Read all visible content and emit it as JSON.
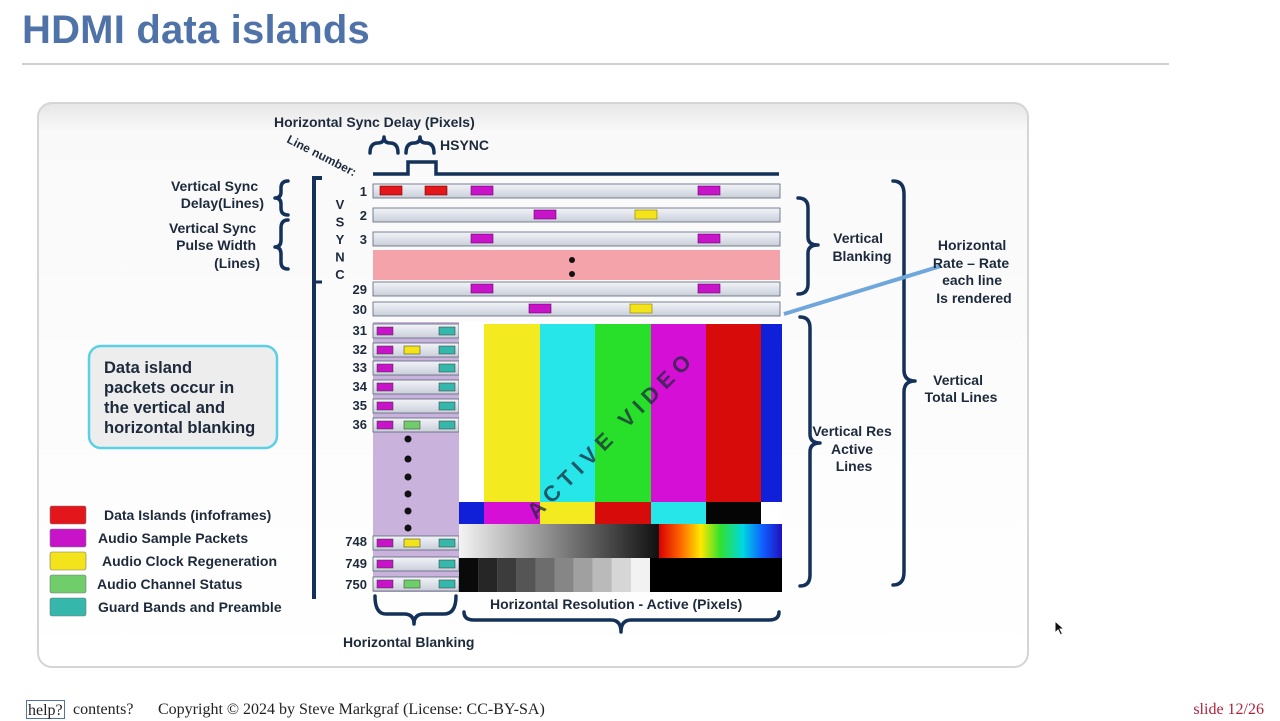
{
  "title": "HDMI data islands",
  "footer": {
    "help": "help?",
    "contents": "contents?",
    "copyright": "Copyright © 2024 by Steve Markgraf (License: CC-BY-SA)",
    "slide": "slide 12/26"
  },
  "diagram": {
    "top_labels": {
      "hsync_delay": "Horizontal Sync Delay (Pixels)",
      "hsync": "HSYNC",
      "line_number": "Line number:"
    },
    "left_labels": {
      "vsync_delay_1": "Vertical Sync",
      "vsync_delay_2": "Delay(Lines)",
      "vsync_width_1": "Vertical Sync",
      "vsync_width_2": "Pulse Width",
      "vsync_width_3": "(Lines)",
      "vsync_letters": [
        "V",
        "S",
        "Y",
        "N",
        "C"
      ]
    },
    "line_numbers": [
      "1",
      "2",
      "3",
      "29",
      "30",
      "31",
      "32",
      "33",
      "34",
      "35",
      "36",
      "748",
      "749",
      "750"
    ],
    "note": {
      "line1": "Data island",
      "line2": "packets occur in",
      "line3": "the vertical and",
      "line4": "horizontal blanking"
    },
    "right_labels": {
      "vblank_1": "Vertical",
      "vblank_2": "Blanking",
      "hrate_1": "Horizontal",
      "hrate_2": "Rate – Rate",
      "hrate_3": "each line",
      "hrate_4": "Is rendered",
      "vres_1": "Vertical Res",
      "vres_2": "Active",
      "vres_3": "Lines",
      "vtotal_1": "Vertical",
      "vtotal_2": "Total Lines"
    },
    "bottom_labels": {
      "hres": "Horizontal Resolution - Active (Pixels)",
      "hblank": "Horizontal Blanking"
    },
    "active_video": "ACTIVE VIDEO",
    "legend": [
      {
        "label": "Data Islands (infoframes)",
        "color": "#e3161b"
      },
      {
        "label": "Audio Sample Packets",
        "color": "#c814c8"
      },
      {
        "label": "Audio Clock Regeneration",
        "color": "#f3e31a"
      },
      {
        "label": "Audio Channel Status",
        "color": "#6fce6a"
      },
      {
        "label": "Guard Bands and Preamble",
        "color": "#35b8ab"
      }
    ]
  },
  "colors": {
    "title": "#4f73a8",
    "navy": "#14315a",
    "pink_blank": "#f4a3ab",
    "lavender": "#c9b2dc"
  }
}
